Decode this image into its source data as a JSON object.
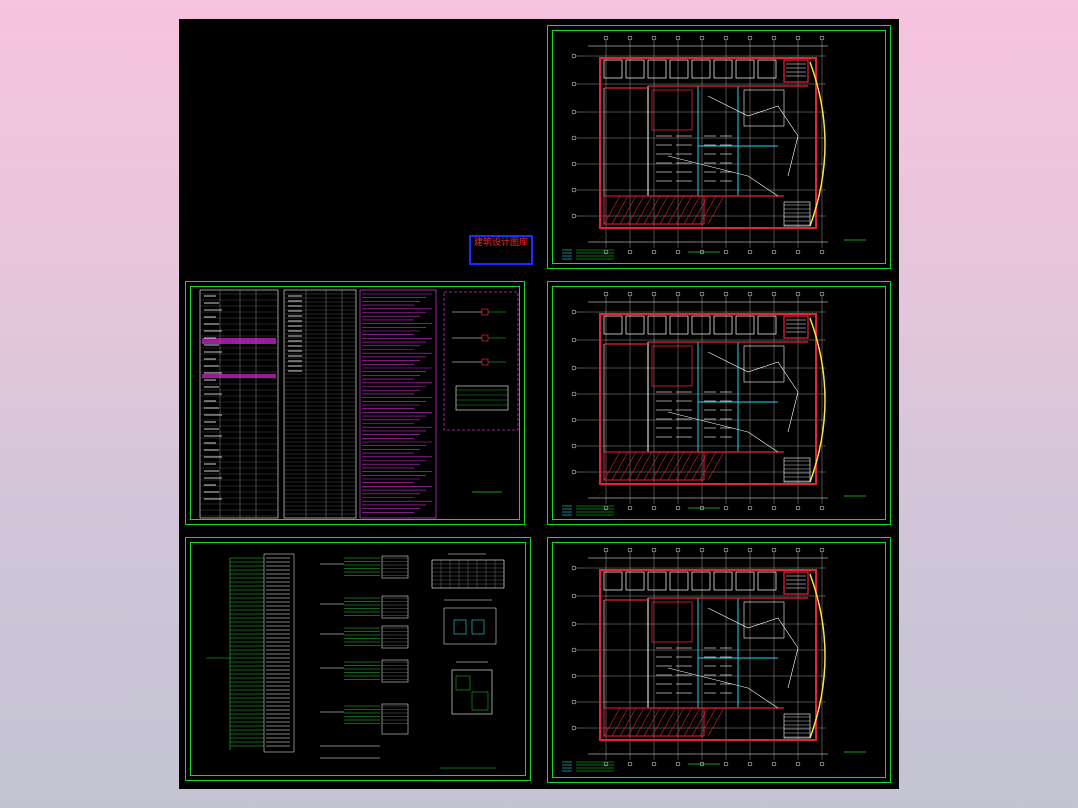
{
  "watermark": {
    "title": "建筑设计图库",
    "line2": "",
    "line3": ""
  },
  "colors": {
    "background_gradient_top": "#f7c3de",
    "background_gradient_bottom": "#c3c4d2",
    "canvas": "#000000",
    "frame": "#19d62a",
    "wall_red": "#e8203a",
    "wall_cyan": "#22d6e8",
    "white_lines": "#ffffff",
    "yellow_outline": "#ffe23a",
    "magenta": "#d32ad6",
    "stamp_border": "#1c2cff"
  },
  "sheets": [
    {
      "id": "cover",
      "kind": "blank-with-stamp"
    },
    {
      "id": "floor-plan-1",
      "kind": "floor-plan"
    },
    {
      "id": "notes-and-tables",
      "kind": "specification"
    },
    {
      "id": "floor-plan-2",
      "kind": "floor-plan"
    },
    {
      "id": "system-diagram",
      "kind": "wiring-diagram"
    },
    {
      "id": "floor-plan-3",
      "kind": "floor-plan"
    }
  ]
}
